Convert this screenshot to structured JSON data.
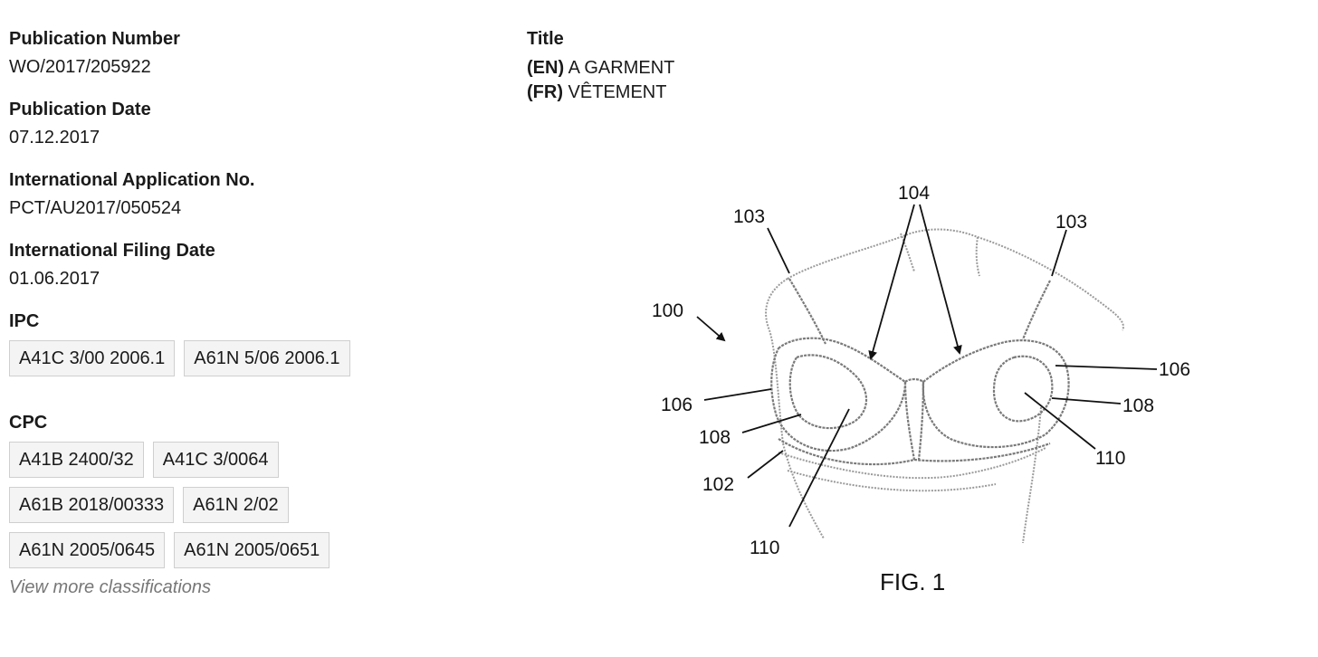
{
  "publication_number": {
    "label": "Publication Number",
    "value": "WO/2017/205922"
  },
  "publication_date": {
    "label": "Publication Date",
    "value": "07.12.2017"
  },
  "application_no": {
    "label": "International Application No.",
    "value": "PCT/AU2017/050524"
  },
  "filing_date": {
    "label": "International Filing Date",
    "value": "01.06.2017"
  },
  "ipc": {
    "label": "IPC",
    "codes": [
      "A41C 3/00 2006.1",
      "A61N 5/06 2006.1"
    ]
  },
  "cpc": {
    "label": "CPC",
    "codes": [
      "A41B 2400/32",
      "A41C 3/0064",
      "A61B 2018/00333",
      "A61N 2/02",
      "A61N 2005/0645",
      "A61N 2005/0651"
    ]
  },
  "view_more": "View more classifications",
  "title": {
    "label": "Title",
    "en_tag": "(EN)",
    "en": "A GARMENT",
    "fr_tag": "(FR)",
    "fr": "VÊTEMENT"
  },
  "figure": {
    "caption": "FIG. 1",
    "labels": {
      "l100": "100",
      "l102": "102",
      "l103a": "103",
      "l103b": "103",
      "l104": "104",
      "l106a": "106",
      "l106b": "106",
      "l108a": "108",
      "l108b": "108",
      "l110a": "110",
      "l110b": "110"
    }
  }
}
